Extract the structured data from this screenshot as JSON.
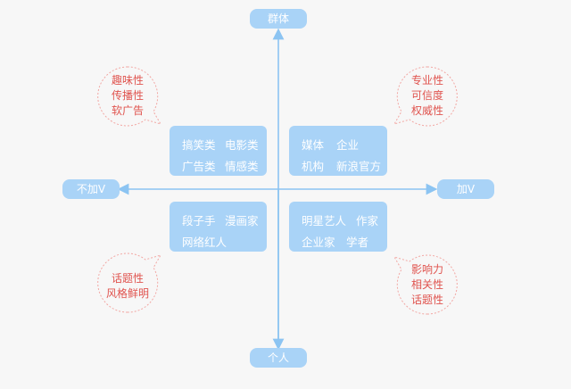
{
  "axes": {
    "top": "群体",
    "bottom": "个人",
    "left": "不加V",
    "right": "加V"
  },
  "quadrants": {
    "top_left": [
      [
        "搞笑类",
        "电影类"
      ],
      [
        "广告类",
        "情感类"
      ]
    ],
    "top_right": [
      [
        "媒体",
        "企业"
      ],
      [
        "机构",
        "新浪官方"
      ]
    ],
    "bottom_left": [
      [
        "段子手",
        "漫画家"
      ],
      [
        "网络红人",
        ""
      ]
    ],
    "bottom_right": [
      [
        "明星艺人",
        "作家"
      ],
      [
        "企业家",
        "学者"
      ]
    ]
  },
  "bubbles": {
    "top_left": [
      "趣味性",
      "传播性",
      "软广告"
    ],
    "top_right": [
      "专业性",
      "可信度",
      "权威性"
    ],
    "bottom_left": [
      "话题性",
      "风格鲜明"
    ],
    "bottom_right": [
      "影响力",
      "相关性",
      "话题性"
    ]
  },
  "colors": {
    "box": "#a9d3f7",
    "axis": "#8cc4f2",
    "bubble_text": "#e0544f",
    "bubble_border": "#f2a7a3",
    "background": "#f7f7f7"
  }
}
